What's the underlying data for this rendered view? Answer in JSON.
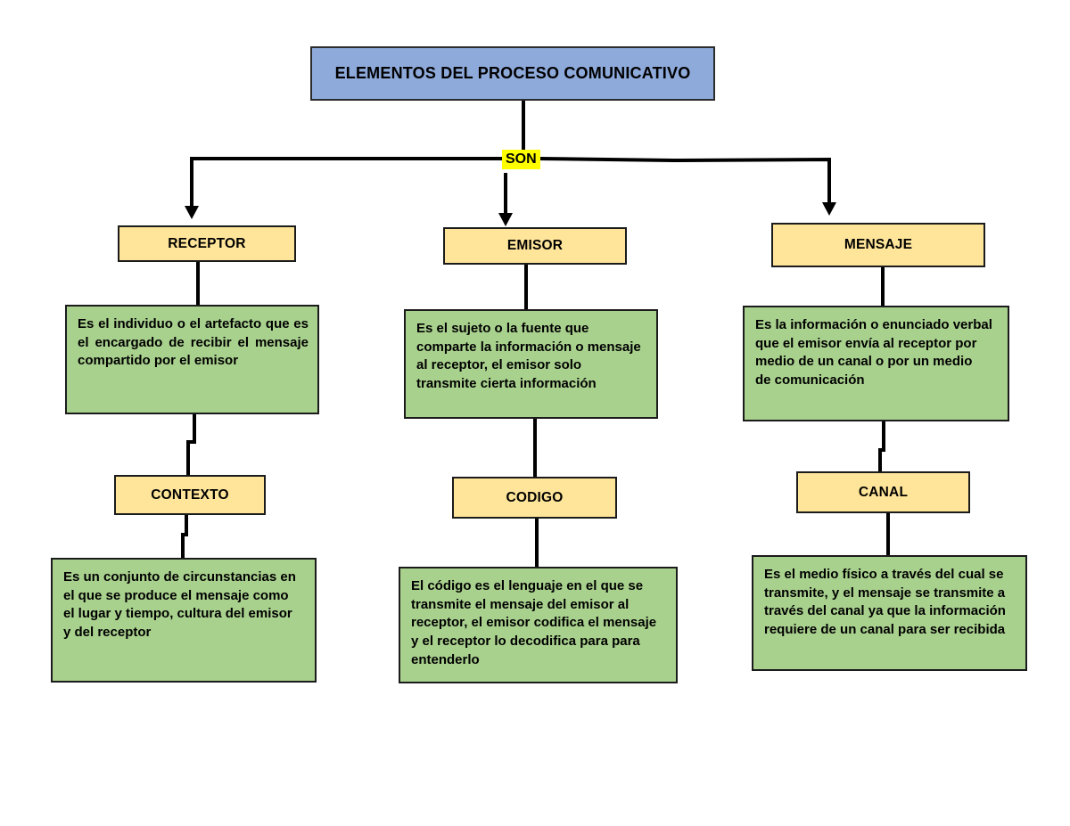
{
  "title": "ELEMENTOS DEL PROCESO COMUNICATIVO",
  "connector_label": "SON",
  "colors": {
    "title_fill": "#8EAADB",
    "node_fill": "#FFE599",
    "desc_fill": "#A9D18E",
    "highlight": "#FFFF00",
    "line": "#000000"
  },
  "nodes": {
    "receptor": {
      "label": "RECEPTOR",
      "description": "Es el individuo o el artefacto que es el encargado de recibir el mensaje compartido por el emisor"
    },
    "emisor": {
      "label": "EMISOR",
      "description": "Es el sujeto o la fuente que\ncomparte la información o mensaje\nal receptor, el emisor solo\ntransmite cierta información"
    },
    "mensaje": {
      "label": "MENSAJE",
      "description": "Es la información o enunciado verbal\nque el emisor envía al receptor por\nmedio de un canal o por un medio\nde comunicación"
    },
    "contexto": {
      "label": "CONTEXTO",
      "description": "Es un conjunto de circunstancias en\nel que se produce el mensaje como\nel lugar y tiempo, cultura del emisor\ny del receptor"
    },
    "codigo": {
      "label": "CODIGO",
      "description": "El código es el lenguaje en el que se\ntransmite el mensaje del emisor al\nreceptor, el emisor codifica el mensaje\ny el receptor lo decodifica para para\nentenderlo"
    },
    "canal": {
      "label": "CANAL",
      "description": "Es el medio físico a través del cual se\ntransmite, y el mensaje se transmite a\ntravés del canal ya que la información\nrequiere de un canal para ser recibida"
    }
  }
}
